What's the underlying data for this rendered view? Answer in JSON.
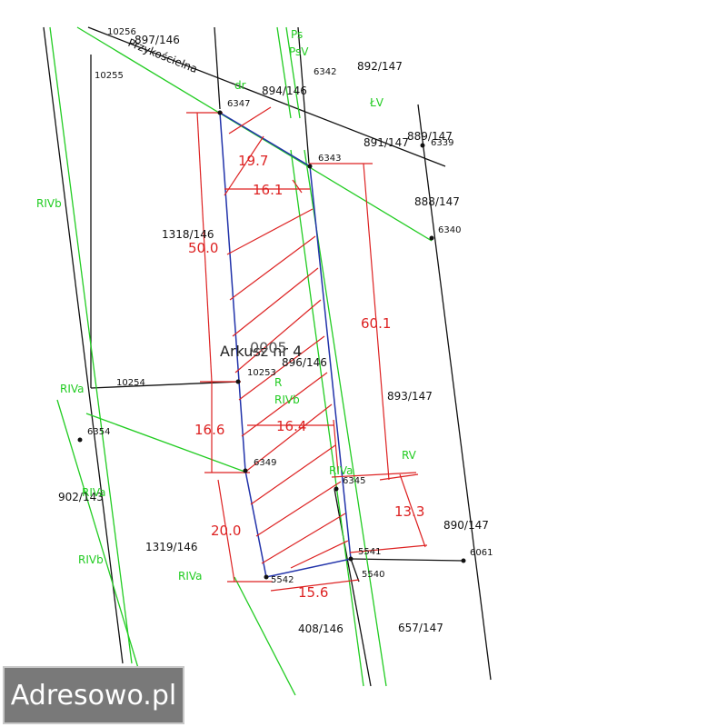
{
  "map": {
    "sheet_label": "Arkusz nr 4",
    "sheet_overlay": "0005",
    "street_label": "Przykościelna",
    "street_parcel_overlap": "10256",
    "parcel_numbers": [
      "897/146",
      "894/146",
      "892/147",
      "891/147",
      "889/147",
      "888/147",
      "1318/146",
      "896/146",
      "893/147",
      "902/143",
      "1319/146",
      "890/147",
      "408/146",
      "657/147"
    ],
    "point_numbers": [
      "6347",
      "6342",
      "6343",
      "6339",
      "6340",
      "10255",
      "10253",
      "10254",
      "6354",
      "6349",
      "6345",
      "5541",
      "5540",
      "5542",
      "6061"
    ],
    "land_use_labels": [
      "Ps",
      "PsV",
      "dr",
      "ŁV",
      "RIVb",
      "R",
      "RIVb",
      "RV",
      "RIVa",
      "RIVa",
      "RIVb",
      "RIVa",
      "RIVa"
    ],
    "dimensions": [
      "19.7",
      "16.1",
      "50.0",
      "60.1",
      "16.6",
      "16.4",
      "13.3",
      "20.0",
      "15.6"
    ],
    "colors": {
      "boundary": "#111111",
      "soil_class": "#22cc22",
      "dimension": "#dd2222",
      "plot": "#2233aa"
    }
  },
  "watermark": {
    "text": "Adresowo.pl"
  }
}
